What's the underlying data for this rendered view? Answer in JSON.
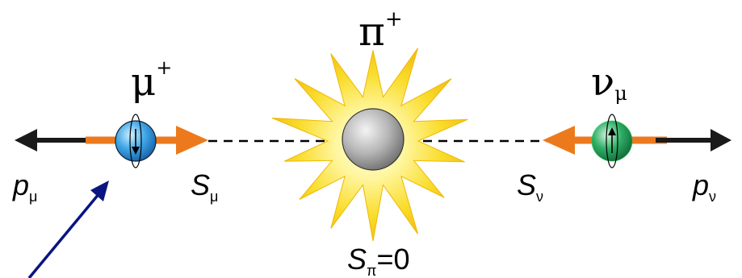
{
  "particles": {
    "pion": {
      "symbol": "π",
      "charge": "+"
    },
    "muon": {
      "symbol": "μ",
      "charge": "+"
    },
    "neutrino": {
      "symbol": "ν",
      "flavor": "μ"
    }
  },
  "labels": {
    "p_mu": {
      "main": "p",
      "sub": "μ"
    },
    "s_mu": {
      "main": "S",
      "sub": "μ"
    },
    "s_nu": {
      "main": "S",
      "sub": "ν"
    },
    "p_nu": {
      "main": "p",
      "sub": "ν"
    },
    "s_pi": {
      "main": "S",
      "sub": "π",
      "value": "=0"
    }
  },
  "colors": {
    "muon_sphere": "#2f9be0",
    "neutrino_sphere": "#23a35e",
    "pion_sphere": "#a8a8a8",
    "spin_arrow": "#ec7a1c",
    "momentum_arrow": "#1a1a1a",
    "burst_outer": "#f6d21c",
    "burst_inner": "#fff8b0",
    "pointer_arrow": "#0a1580"
  }
}
